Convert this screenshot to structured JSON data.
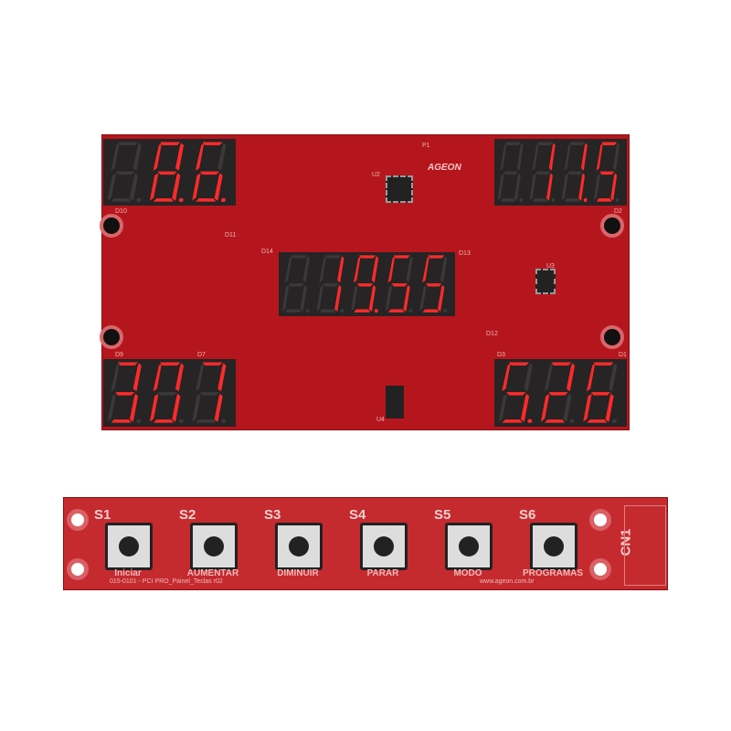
{
  "top_board": {
    "logo": "AGEON",
    "displays": [
      {
        "id": "top-left",
        "digits": [
          "",
          "8.",
          "6."
        ]
      },
      {
        "id": "top-right",
        "digits": [
          "",
          "1",
          "1.",
          "5"
        ]
      },
      {
        "id": "center",
        "digits": [
          "",
          "1",
          "9.",
          "5",
          "5"
        ]
      },
      {
        "id": "bottom-left",
        "digits": [
          "3",
          "0",
          "7"
        ]
      },
      {
        "id": "bottom-right",
        "digits": [
          "5.",
          "2",
          "6"
        ]
      }
    ],
    "labels": {
      "u2": "U2",
      "u3": "U3",
      "u4": "U4",
      "p1": "P1",
      "d10": "D10",
      "d2": "D2",
      "d9": "D9",
      "d1": "D1",
      "d7": "D7",
      "d3": "D3",
      "d11": "D11",
      "d13": "D13",
      "d12": "D12",
      "d14": "D14"
    }
  },
  "bottom_board": {
    "switches": [
      {
        "ref": "S1",
        "label": "Iniciar"
      },
      {
        "ref": "S2",
        "label": "AUMENTAR"
      },
      {
        "ref": "S3",
        "label": "DIMINUIR"
      },
      {
        "ref": "S4",
        "label": "PARAR"
      },
      {
        "ref": "S5",
        "label": "MODO"
      },
      {
        "ref": "S6",
        "label": "PROGRAMAS"
      }
    ],
    "connector": "CN1",
    "part_number": "015-0101 - PCI PRO_Painel_Teclas r02",
    "website": "www.ageon.com.br"
  },
  "colors": {
    "board": "#b5161d",
    "segment_on": "#ff2a2a",
    "segment_off": "#3a3838"
  }
}
